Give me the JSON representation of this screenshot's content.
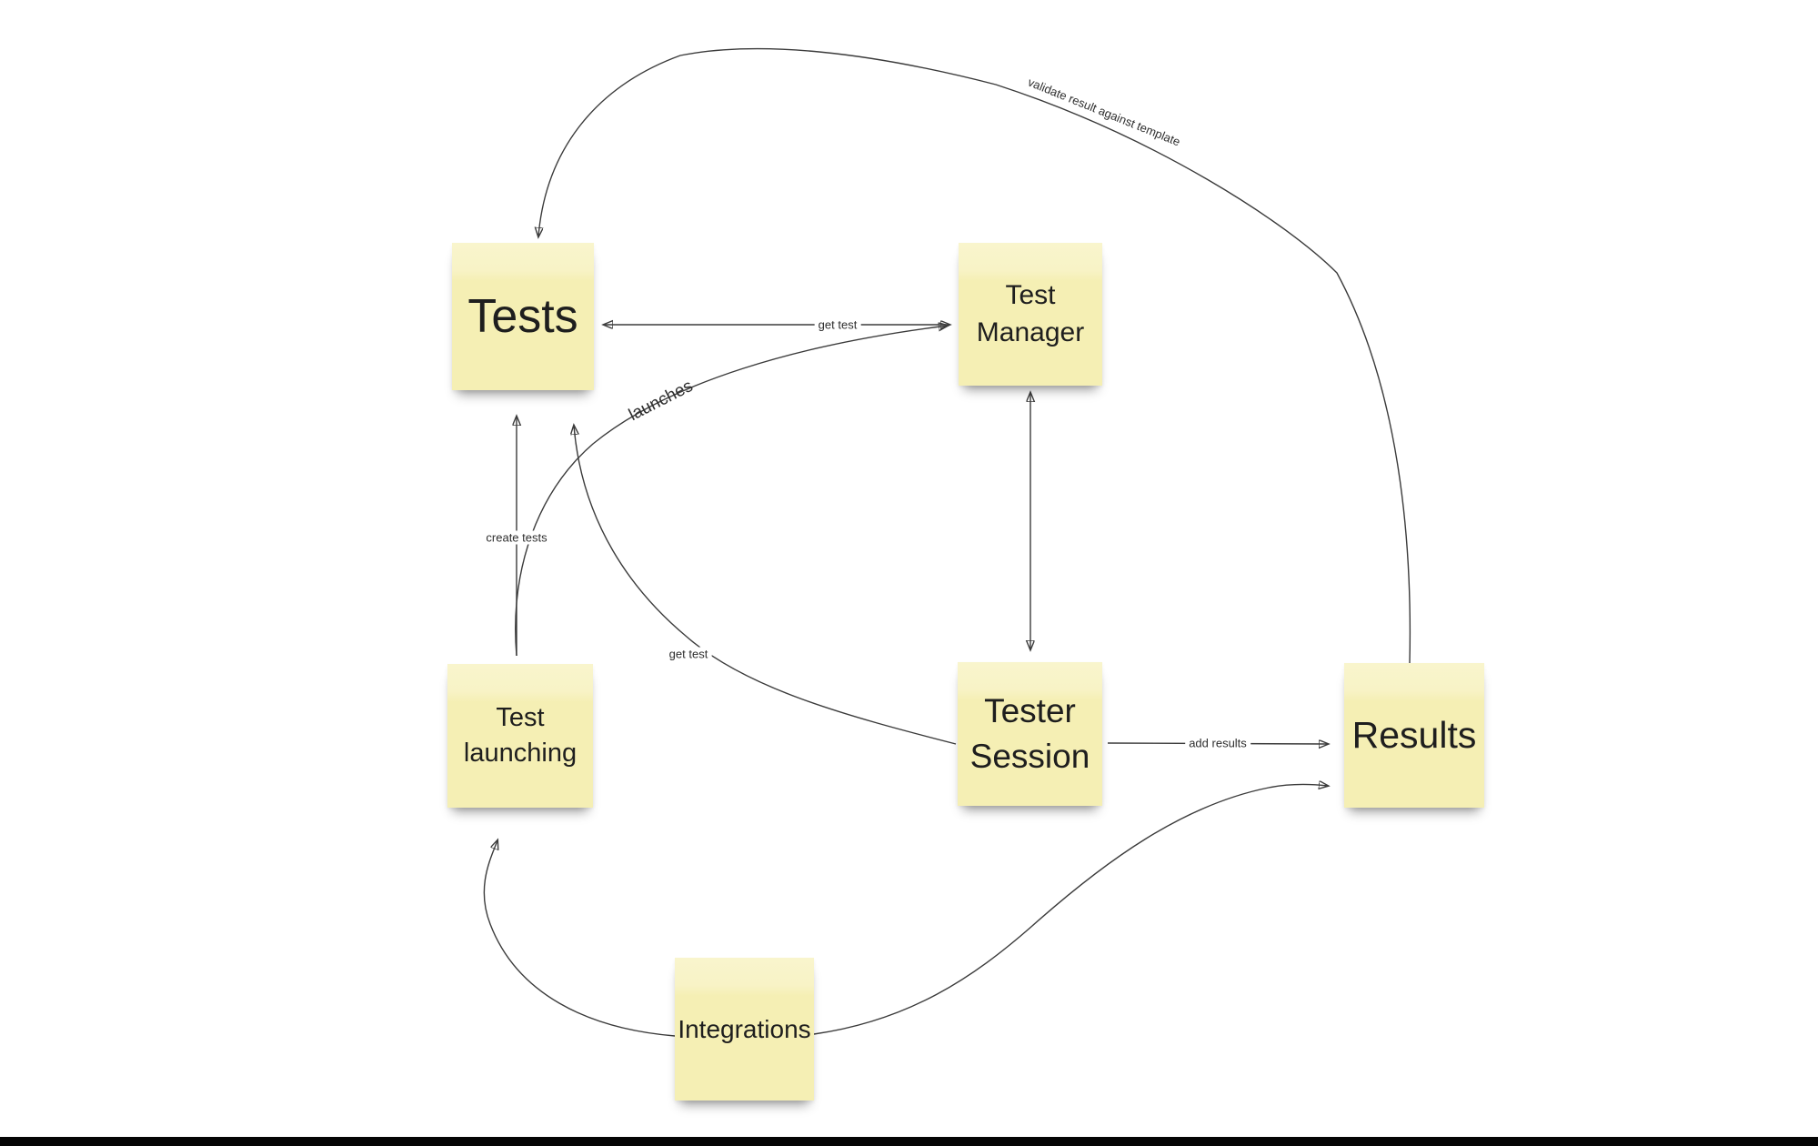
{
  "board": {
    "background_color": "#ffffff",
    "bottom_bar_color": "#050505",
    "note_fill": "#f5efb4",
    "note_fill_top": "#f9f5cd",
    "note_text_color": "#1e1e1e",
    "connector_color": "#3b3b3b"
  },
  "notes": {
    "tests": {
      "label": "Tests"
    },
    "test_manager": {
      "label": "Test\nManager"
    },
    "test_launching": {
      "label": "Test\nlaunching"
    },
    "tester_session": {
      "label": "Tester\nSession"
    },
    "results": {
      "label": "Results"
    },
    "integrations": {
      "label": "Integrations"
    }
  },
  "edge_labels": {
    "get_test_top": "get test",
    "launches": "launches",
    "create_tests": "create tests",
    "get_test_lower": "get test",
    "add_results": "add results",
    "validate": "validate result against template"
  }
}
